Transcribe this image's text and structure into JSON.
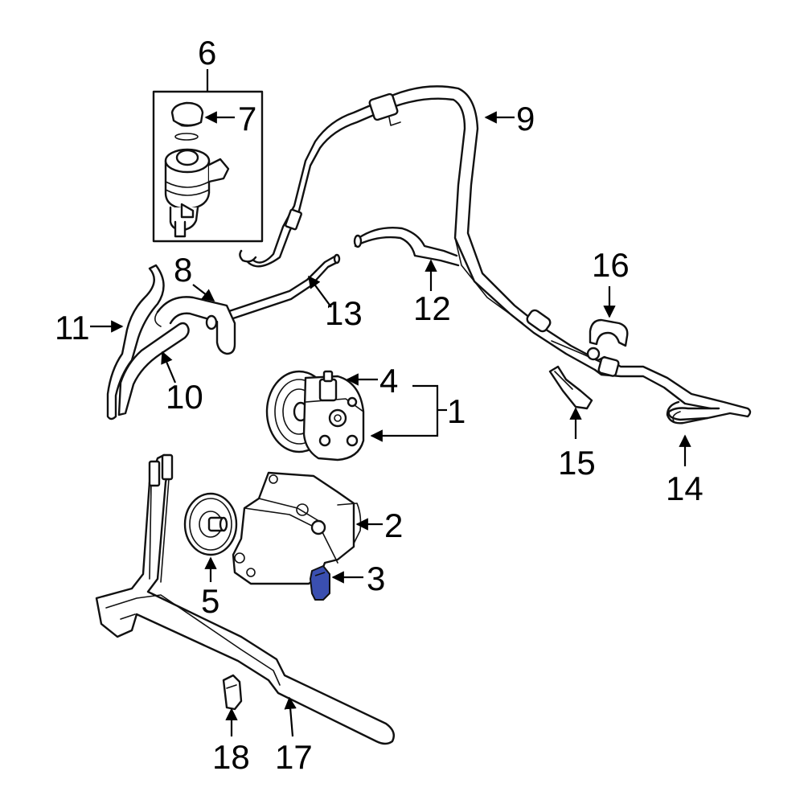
{
  "callouts": [
    {
      "id": "1",
      "label": "1"
    },
    {
      "id": "2",
      "label": "2"
    },
    {
      "id": "3",
      "label": "3"
    },
    {
      "id": "4",
      "label": "4"
    },
    {
      "id": "5",
      "label": "5"
    },
    {
      "id": "6",
      "label": "6"
    },
    {
      "id": "7",
      "label": "7"
    },
    {
      "id": "8",
      "label": "8"
    },
    {
      "id": "9",
      "label": "9"
    },
    {
      "id": "10",
      "label": "10"
    },
    {
      "id": "11",
      "label": "11"
    },
    {
      "id": "12",
      "label": "12"
    },
    {
      "id": "13",
      "label": "13"
    },
    {
      "id": "14",
      "label": "14"
    },
    {
      "id": "15",
      "label": "15"
    },
    {
      "id": "16",
      "label": "16"
    },
    {
      "id": "17",
      "label": "17"
    },
    {
      "id": "18",
      "label": "18"
    }
  ],
  "colors": {
    "line": "#111111",
    "highlight": "#3a4fb0",
    "background": "#ffffff"
  }
}
